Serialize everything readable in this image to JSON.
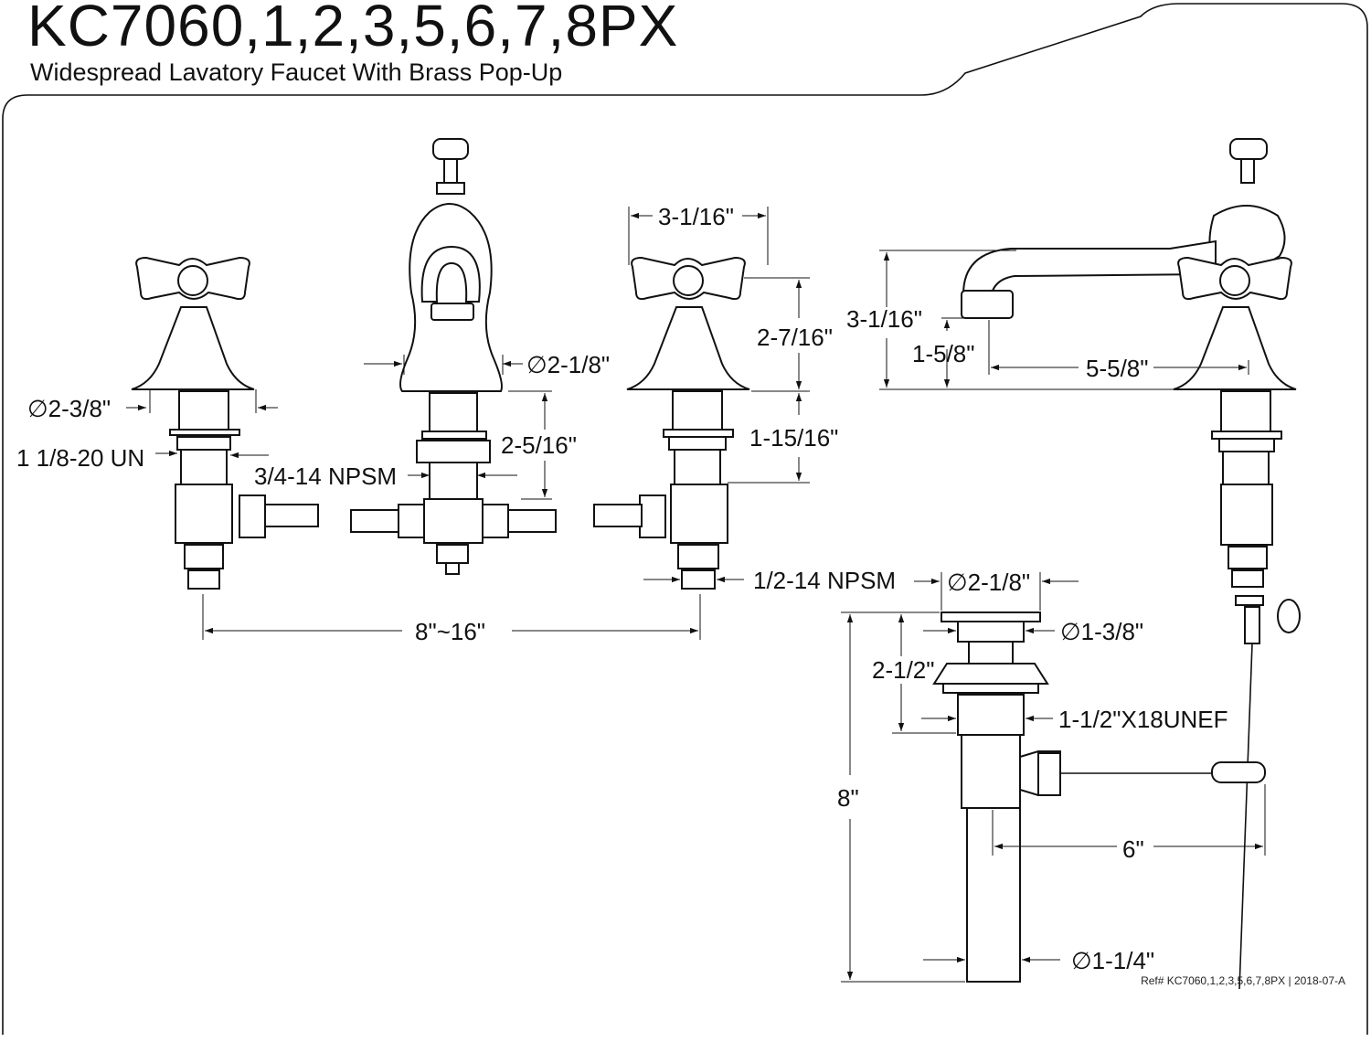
{
  "title": "KC7060,1,2,3,5,6,7,8PX",
  "subtitle": "Widespread Lavatory Faucet With Brass Pop-Up",
  "footer": "Ref# KC7060,1,2,3,5,6,7,8PX | 2018-07-A",
  "dimensions": {
    "handle_dia": "∅2-3/8\"",
    "handle_thread": "1 1/8-20 UN",
    "spout_thread": "3/4-14 NPSM",
    "spout_dia": "∅2-1/8\"",
    "spout_shank": "2-5/16\"",
    "handle_width": "3-1/16\"",
    "handle_height": "2-7/16\"",
    "handle_shank": "1-15/16\"",
    "inlet_thread": "1/2-14 NPSM",
    "spread": "8\"~16\"",
    "side_height": "3-1/16\"",
    "spout_clearance": "1-5/8\"",
    "spout_reach": "5-5/8\"",
    "drain_flange": "∅2-1/8\"",
    "drain_top": "∅1-3/8\"",
    "drain_body": "2-1/2\"",
    "drain_thread": "1-1/2\"X18UNEF",
    "drain_length": "8\"",
    "rod_length": "6\"",
    "tailpiece_dia": "∅1-1/4\""
  }
}
